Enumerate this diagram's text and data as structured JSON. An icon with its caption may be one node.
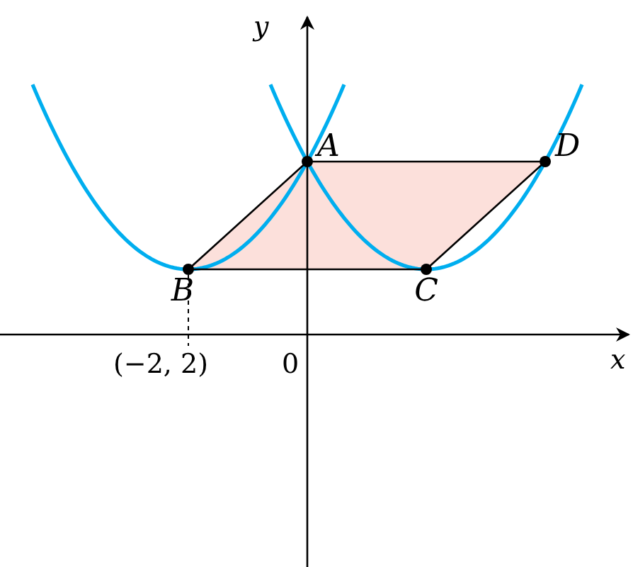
{
  "diagram": {
    "nodes": [
      {
        "text": [
          "A"
        ]
      },
      {
        "text": [
          "D"
        ]
      },
      {
        "text": [
          "B"
        ]
      },
      {
        "text": [
          "C"
        ]
      }
    ],
    "edges": [
      {
        "from": 0,
        "to": 1,
        "arrow": "none"
      },
      {
        "from": 1,
        "to": 3,
        "arrow": "none"
      },
      {
        "from": 3,
        "to": 2,
        "arrow": "none"
      },
      {
        "from": 2,
        "to": 0,
        "arrow": "none"
      }
    ],
    "labels": [
      "y",
      "(−2, 2)",
      "0",
      "x"
    ]
  }
}
